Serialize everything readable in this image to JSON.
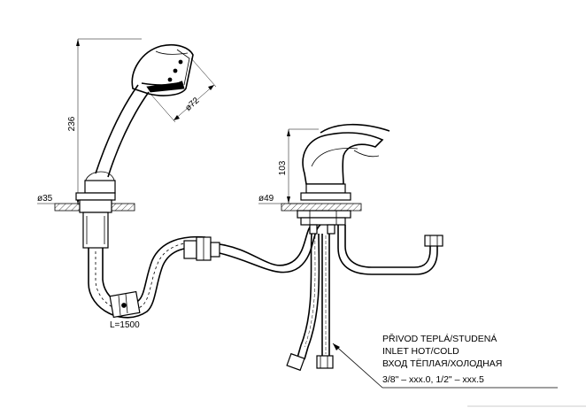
{
  "dimensions": {
    "hand_shower_height": "236",
    "shower_head_diameter": "ø72",
    "hand_shower_base_diameter": "ø35",
    "faucet_height": "103",
    "faucet_base_diameter": "ø49",
    "hose_length": "L=1500"
  },
  "inlet_note": {
    "line_cz": "PŘIVOD TEPLÁ/STUDENÁ",
    "line_en": "INLET HOT/COLD",
    "line_ru": "ВХОД ТЁПЛАЯ/ХОЛОДНАЯ",
    "line_sizes": "3/8\"  –  xxx.0,  1/2\"  –  xxx.5"
  }
}
